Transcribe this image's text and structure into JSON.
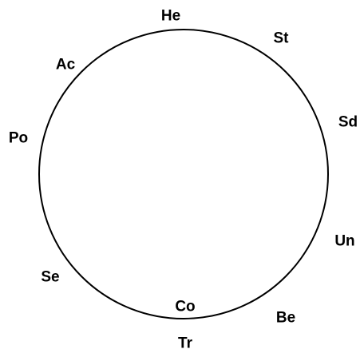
{
  "diagram": {
    "labels": {
      "he": "He",
      "st": "St",
      "ac": "Ac",
      "sd": "Sd",
      "po": "Po",
      "un": "Un",
      "se": "Se",
      "co": "Co",
      "be": "Be",
      "tr": "Tr"
    },
    "colors": {
      "stroke": "#000000",
      "background": "#ffffff"
    }
  }
}
